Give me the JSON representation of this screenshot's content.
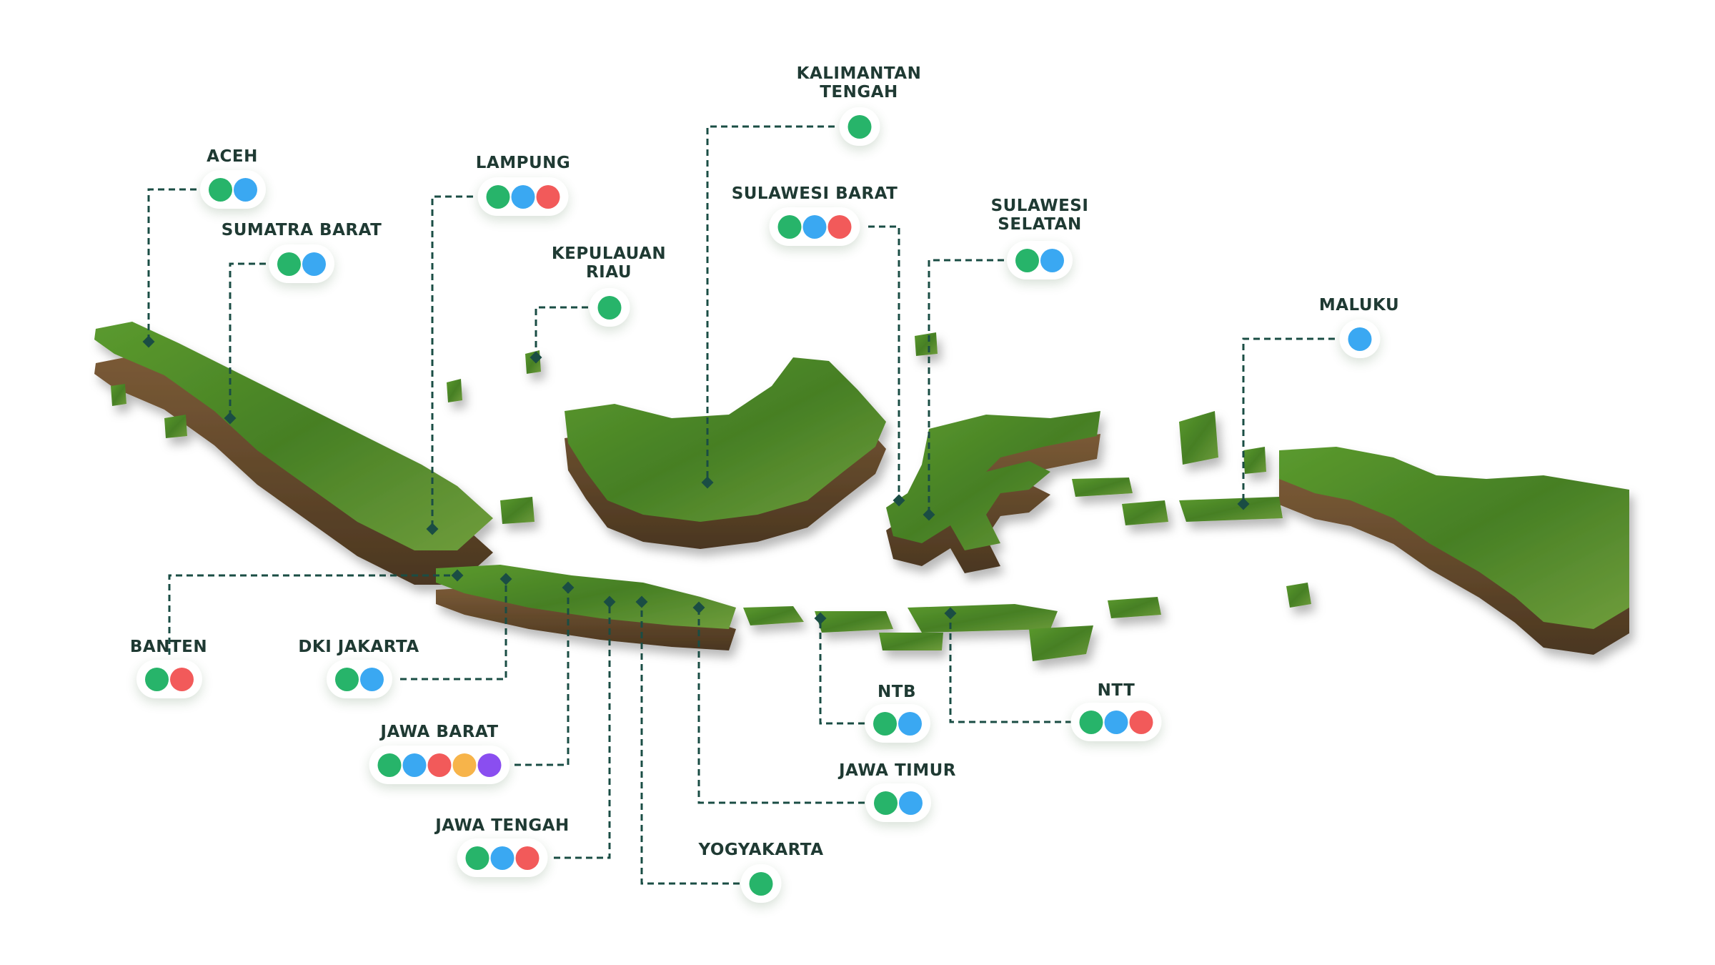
{
  "colors": {
    "green": "#27b46a",
    "blue": "#3aa8f2",
    "red": "#f25a5a",
    "orange": "#f7b44a",
    "purple": "#8a4ef0",
    "leader_line": "#1a4d44",
    "land_top": "#4e8f2a",
    "land_side": "#6b4f30"
  },
  "regions": [
    {
      "id": "aceh",
      "name": "ACEH",
      "dots": [
        "green",
        "blue"
      ]
    },
    {
      "id": "sumatra-barat",
      "name": "SUMATRA BARAT",
      "dots": [
        "green",
        "blue"
      ]
    },
    {
      "id": "lampung",
      "name": "LAMPUNG",
      "dots": [
        "green",
        "blue",
        "red"
      ]
    },
    {
      "id": "kepulauan-riau",
      "name": "KEPULAUAN\nRIAU",
      "dots": [
        "green"
      ]
    },
    {
      "id": "kalimantan-tengah",
      "name": "KALIMANTAN\nTENGAH",
      "dots": [
        "green"
      ]
    },
    {
      "id": "sulawesi-barat",
      "name": "SULAWESI BARAT",
      "dots": [
        "green",
        "blue",
        "red"
      ]
    },
    {
      "id": "sulawesi-selatan",
      "name": "SULAWESI\nSELATAN",
      "dots": [
        "green",
        "blue"
      ]
    },
    {
      "id": "maluku",
      "name": "MALUKU",
      "dots": [
        "blue"
      ]
    },
    {
      "id": "banten",
      "name": "BANTEN",
      "dots": [
        "green",
        "red"
      ]
    },
    {
      "id": "dki-jakarta",
      "name": "DKI JAKARTA",
      "dots": [
        "green",
        "blue"
      ]
    },
    {
      "id": "jawa-barat",
      "name": "JAWA BARAT",
      "dots": [
        "green",
        "blue",
        "red",
        "orange",
        "purple"
      ]
    },
    {
      "id": "jawa-tengah",
      "name": "JAWA TENGAH",
      "dots": [
        "green",
        "blue",
        "red"
      ]
    },
    {
      "id": "yogyakarta",
      "name": "YOGYAKARTA",
      "dots": [
        "green"
      ]
    },
    {
      "id": "jawa-timur",
      "name": "JAWA TIMUR",
      "dots": [
        "green",
        "blue"
      ]
    },
    {
      "id": "ntb",
      "name": "NTB",
      "dots": [
        "green",
        "blue"
      ]
    },
    {
      "id": "ntt",
      "name": "NTT",
      "dots": [
        "green",
        "blue",
        "red"
      ]
    }
  ]
}
